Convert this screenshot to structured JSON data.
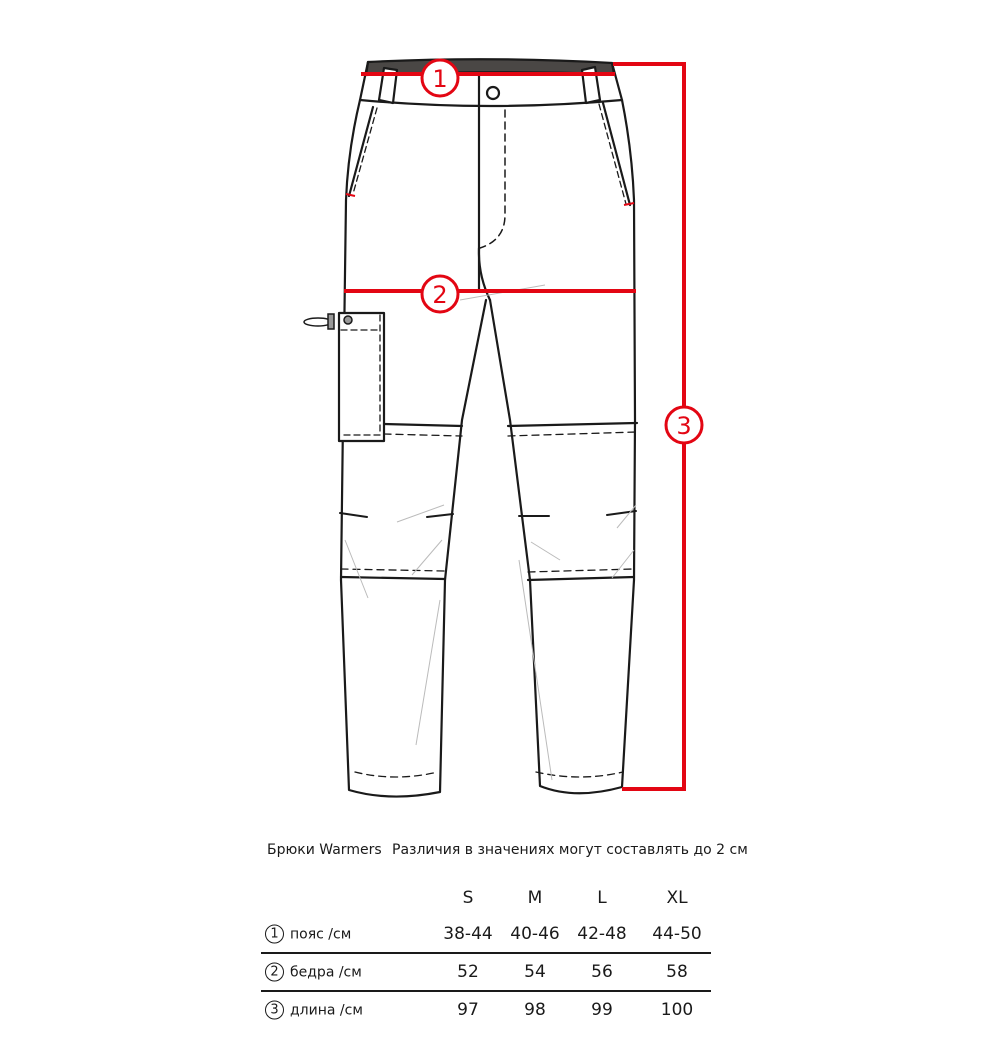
{
  "product": {
    "name": "Брюки Warmers",
    "note": "Различия в значениях могут составлять до  2 см"
  },
  "colors": {
    "measure_line": "#e30613",
    "outline": "#1a1a1a",
    "waistband": "#4a4745"
  },
  "diagram": {
    "markers": [
      {
        "number": "1",
        "meaning": "пояс"
      },
      {
        "number": "2",
        "meaning": "бедра"
      },
      {
        "number": "3",
        "meaning": "длина"
      }
    ]
  },
  "size_table": {
    "columns": [
      "S",
      "M",
      "L",
      "XL"
    ],
    "rows": [
      {
        "number": "1",
        "label": "пояс /см",
        "values": [
          "38-44",
          "40-46",
          "42-48",
          "44-50"
        ]
      },
      {
        "number": "2",
        "label": "бедра /см",
        "values": [
          "52",
          "54",
          "56",
          "58"
        ]
      },
      {
        "number": "3",
        "label": "длина /см",
        "values": [
          "97",
          "98",
          "99",
          "100"
        ]
      }
    ]
  }
}
